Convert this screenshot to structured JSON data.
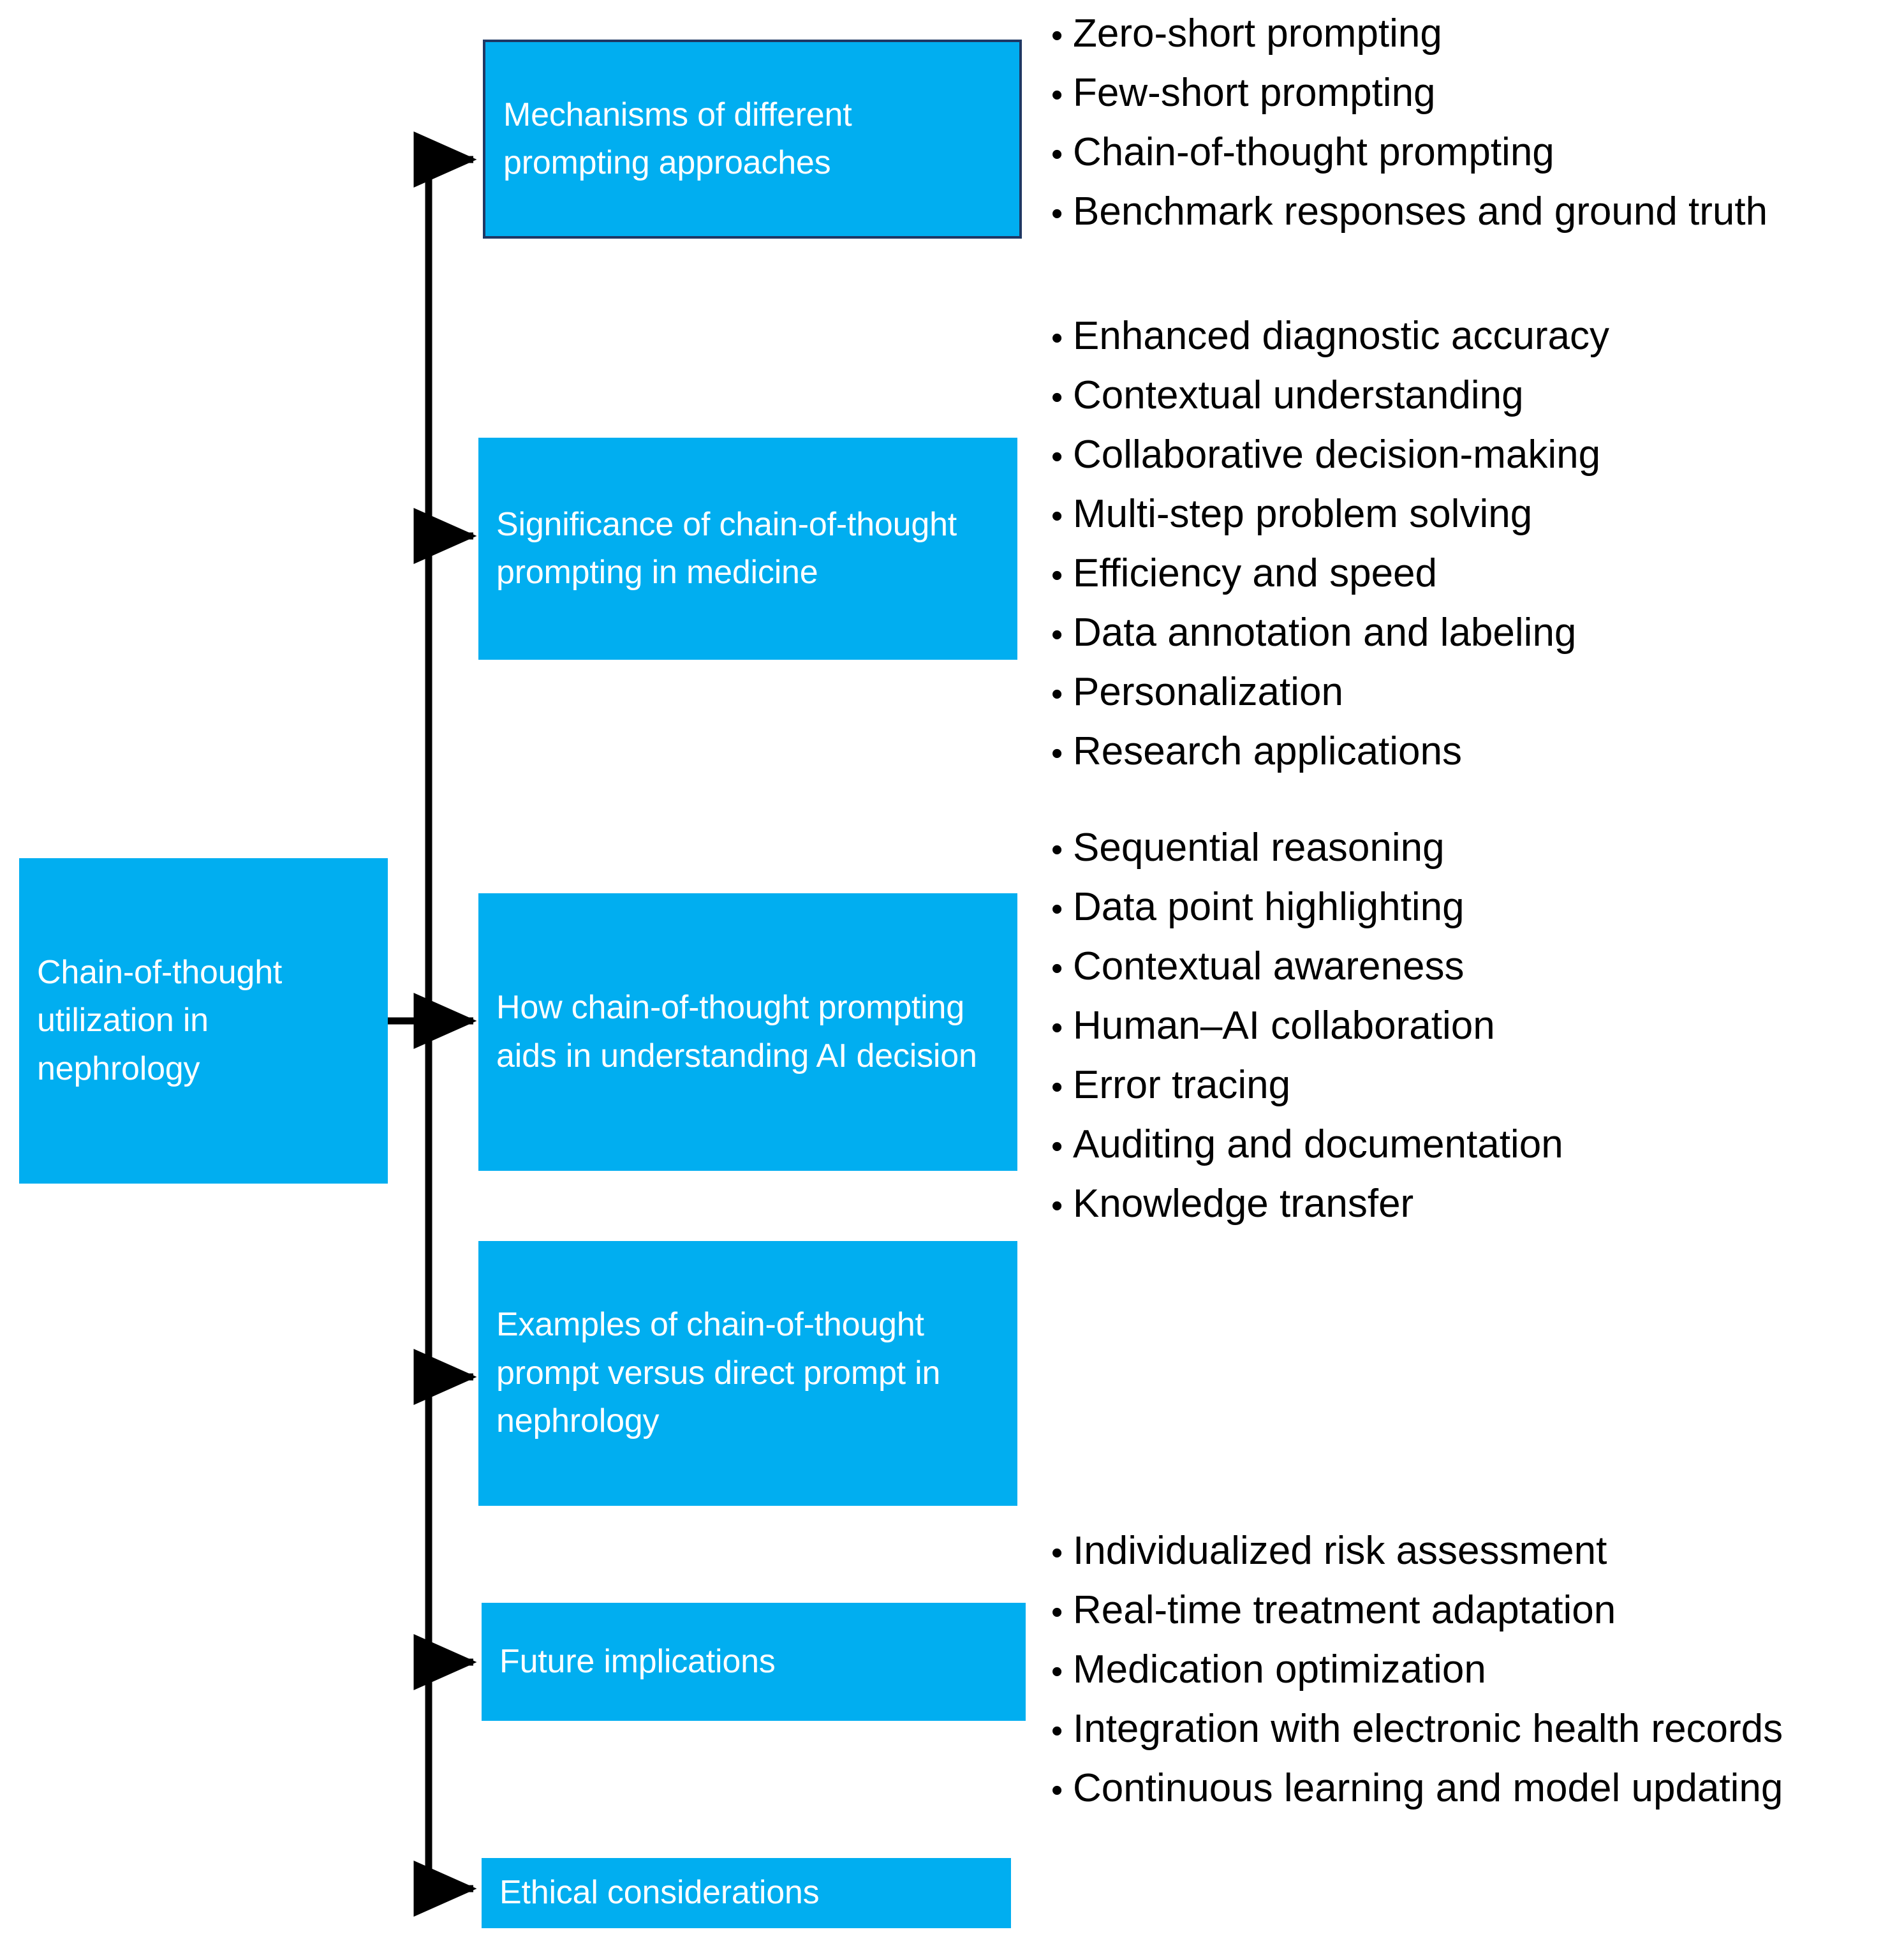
{
  "diagram": {
    "title": "Chain-of-thought utilization in nephrology",
    "type": "tree-mindmap",
    "colors": {
      "node_fill": "#01AEF0",
      "node_text": "#FFFFFF",
      "node_border_first": "#1F3864",
      "connector": "#000000",
      "bullet_text": "#000000",
      "background": "#FFFFFF"
    },
    "root": {
      "label": "Chain-of-thought utilization in nephrology"
    },
    "branches": [
      {
        "id": "mechanisms",
        "label": "Mechanisms of different prompting approaches",
        "bordered": true,
        "bullets": [
          "Zero-short prompting",
          "Few-short prompting",
          "Chain-of-thought prompting",
          "Benchmark responses and ground truth"
        ]
      },
      {
        "id": "significance",
        "label": "Significance of chain-of-thought prompting in medicine",
        "bordered": false,
        "bullets": [
          "Enhanced diagnostic accuracy",
          "Contextual understanding",
          "Collaborative decision-making",
          "Multi-step problem solving",
          "Efficiency and speed",
          "Data annotation and labeling",
          "Personalization",
          "Research applications"
        ]
      },
      {
        "id": "aids-understanding",
        "label": "How chain-of-thought prompting aids in understanding AI decision",
        "bordered": false,
        "bullets": [
          "Sequential reasoning",
          "Data point highlighting",
          "Contextual awareness",
          "Human–AI collaboration",
          "Error tracing",
          "Auditing and documentation",
          "Knowledge transfer"
        ]
      },
      {
        "id": "examples",
        "label": "Examples of chain-of-thought prompt versus direct prompt in nephrology",
        "bordered": false,
        "bullets": []
      },
      {
        "id": "future",
        "label": "Future implications",
        "bordered": false,
        "bullets": [
          "Individualized risk assessment",
          "Real-time treatment adaptation",
          "Medication optimization",
          "Integration with electronic health records",
          "Continuous learning and model updating"
        ]
      },
      {
        "id": "ethical",
        "label": "Ethical considerations",
        "bordered": false,
        "bullets": []
      }
    ]
  }
}
